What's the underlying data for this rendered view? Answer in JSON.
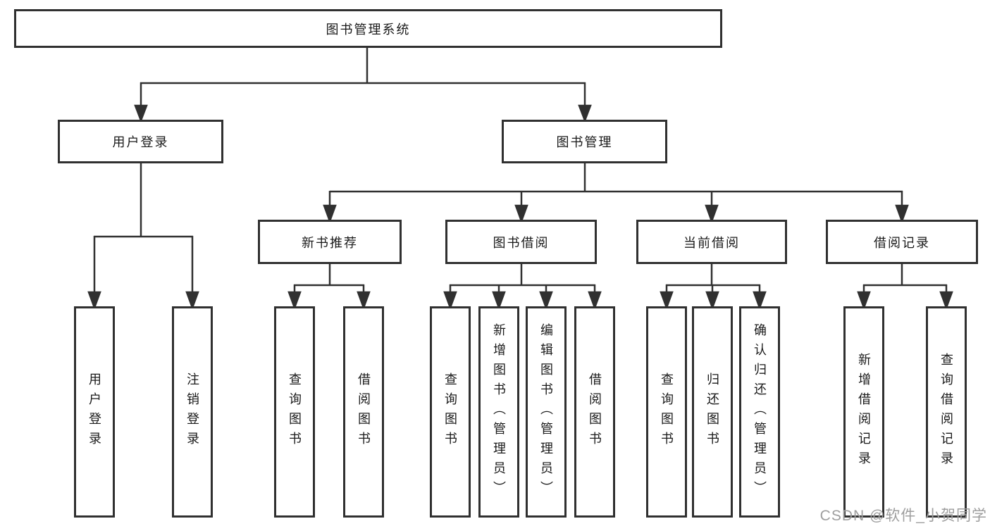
{
  "tree": {
    "label": "图书管理系统",
    "children": [
      {
        "label": "用户登录",
        "children": [
          {
            "label": "用户登录"
          },
          {
            "label": "注销登录"
          }
        ]
      },
      {
        "label": "图书管理",
        "children": [
          {
            "label": "新书推荐",
            "children": [
              {
                "label": "查询图书"
              },
              {
                "label": "借阅图书"
              }
            ]
          },
          {
            "label": "图书借阅",
            "children": [
              {
                "label": "查询图书"
              },
              {
                "label": "新增图书（管理员）"
              },
              {
                "label": "编辑图书（管理员）"
              },
              {
                "label": "借阅图书"
              }
            ]
          },
          {
            "label": "当前借阅",
            "children": [
              {
                "label": "查询图书"
              },
              {
                "label": "归还图书"
              },
              {
                "label": "确认归还（管理员）"
              }
            ]
          },
          {
            "label": "借阅记录",
            "children": [
              {
                "label": "新增借阅记录"
              },
              {
                "label": "查询借阅记录"
              }
            ]
          }
        ]
      }
    ]
  },
  "watermark": {
    "text": "CSDN @软件_小贺同学"
  },
  "colors": {
    "line": "#303030",
    "box_border": "#303030",
    "text": "#1a1a1a",
    "background": "#ffffff",
    "watermark": "#9e9e9e"
  }
}
